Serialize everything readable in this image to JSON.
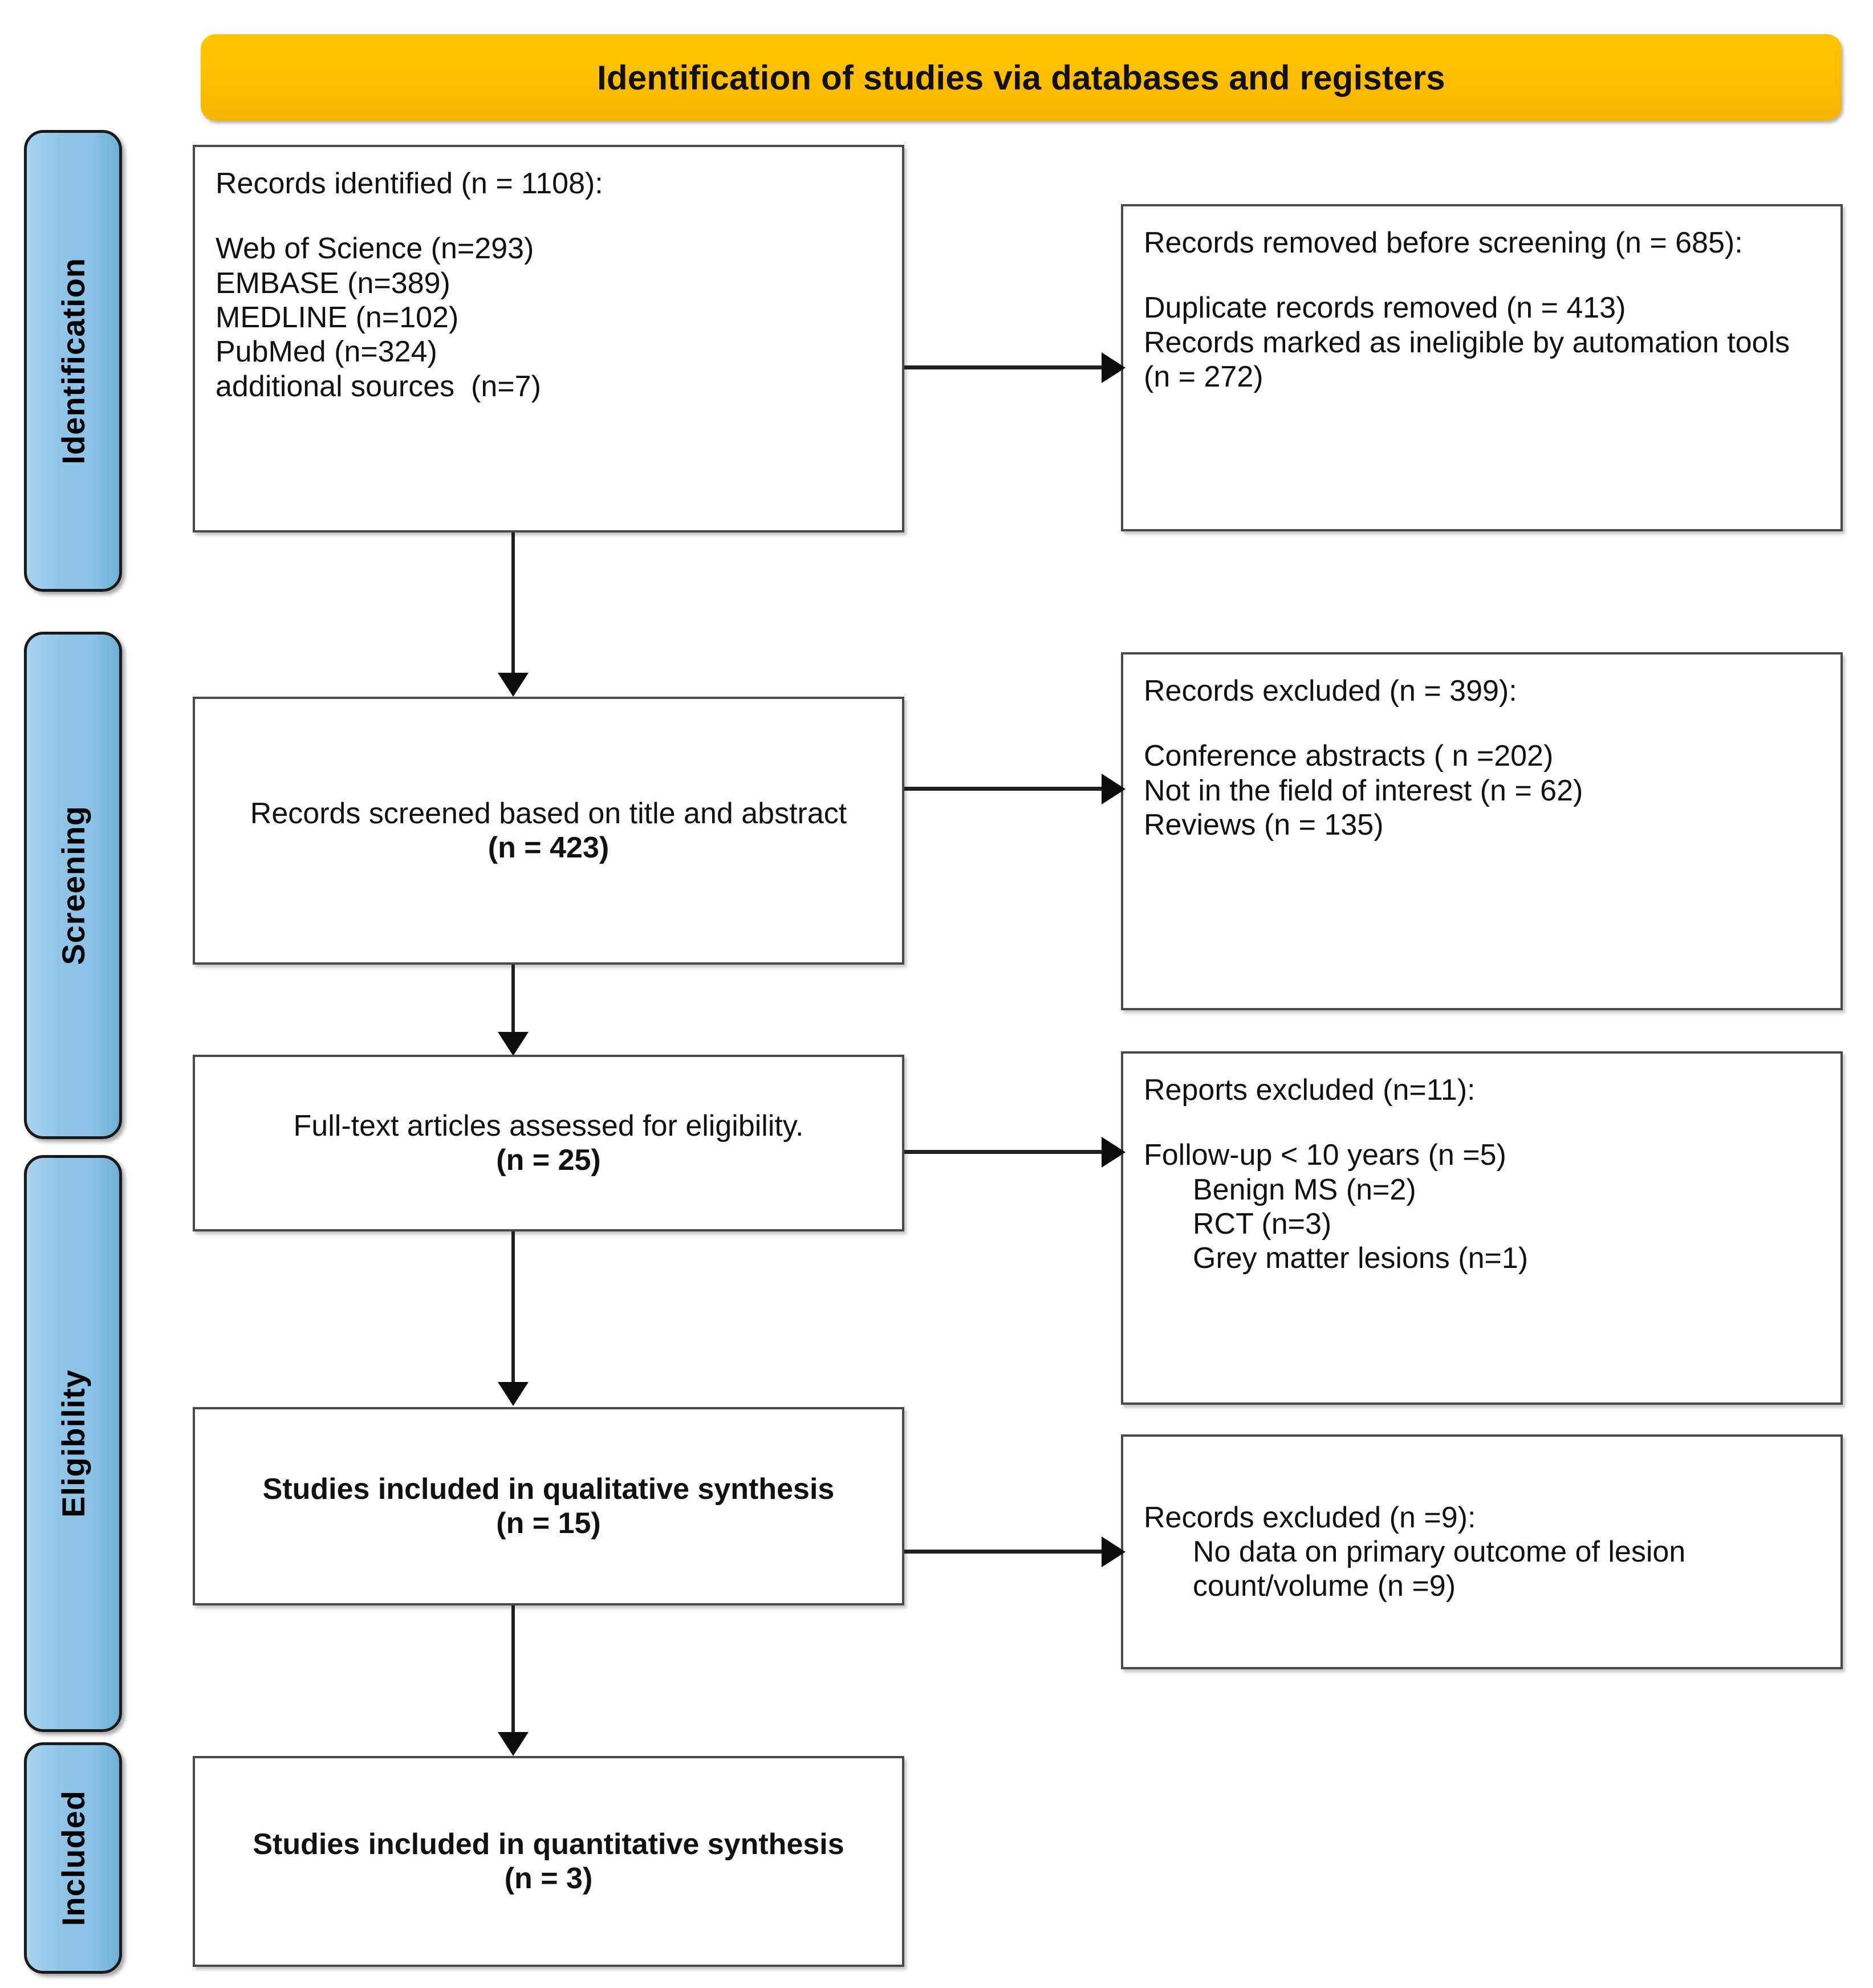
{
  "banner": {
    "title": "Identification of studies via databases and registers",
    "color": "#FFBF00"
  },
  "stages": [
    {
      "label": "Identification"
    },
    {
      "label": "Screening"
    },
    {
      "label": "Eligibility"
    },
    {
      "label": "Included"
    }
  ],
  "stage_color": "#8FC4E8",
  "boxes": {
    "records_identified": {
      "heading": "Records identified (n = 1108):",
      "sources": [
        "Web of Science (n=293)",
        "EMBASE (n=389)",
        "MEDLINE (n=102)",
        "PubMed (n=324)",
        "additional sources  (n=7)"
      ]
    },
    "records_removed": {
      "heading": "Records removed before screening (n = 685):",
      "reasons": [
        "Duplicate records removed (n = 413)",
        "Records marked as ineligible by automation tools (n = 272)"
      ]
    },
    "records_screened": {
      "line1": "Records screened based on title and abstract",
      "count": "(n = 423)"
    },
    "records_excluded_screening": {
      "heading": "Records excluded (n = 399):",
      "reasons": [
        "Conference abstracts ( n =202)",
        "Not in the field of interest (n = 62)",
        "Reviews (n = 135)"
      ]
    },
    "fulltext_assessed": {
      "line1": "Full-text articles assessed for eligibility.",
      "count": "(n = 25)"
    },
    "reports_excluded": {
      "heading": "Reports excluded (n=11):",
      "primary_reason": "Follow-up < 10 years (n =5)",
      "sub_reasons": [
        "Benign MS (n=2)",
        "RCT (n=3)",
        "Grey matter lesions (n=1)"
      ]
    },
    "qualitative_synthesis": {
      "line1": "Studies included in qualitative synthesis",
      "count": "(n = 15)"
    },
    "records_excluded_quant": {
      "heading": "Records excluded (n =9):",
      "reasons": [
        "No data on primary outcome of lesion count/volume (n =9)"
      ]
    },
    "quantitative_synthesis": {
      "line1": "Studies included in quantitative synthesis",
      "count": "(n = 3)"
    }
  }
}
